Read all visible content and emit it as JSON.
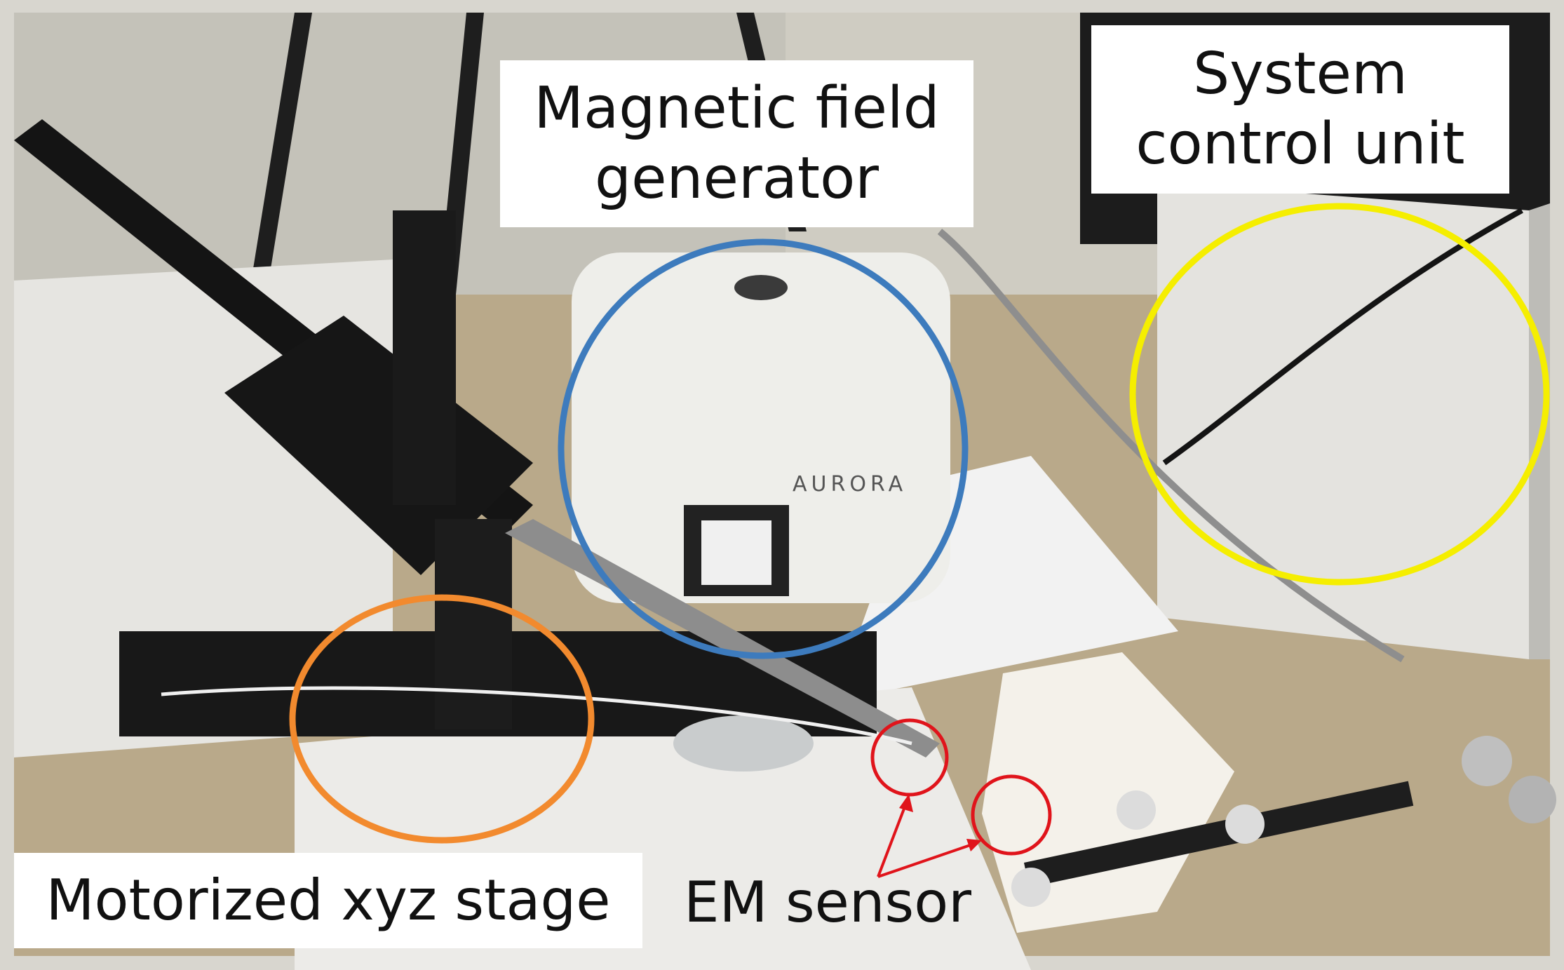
{
  "labels": {
    "magnetic_field_generator": [
      "Magnetic field",
      "generator"
    ],
    "system_control_unit": [
      "System",
      "control unit"
    ],
    "motorized_stage": "Motorized xyz stage",
    "em_sensor": "EM sensor"
  },
  "device_brand_text": "AURORA",
  "colors": {
    "generator_circle": "#3d7bbd",
    "control_unit_circle": "#f5ee00",
    "stage_circle": "#f28a2e",
    "sensor_marker": "#e0141b"
  }
}
